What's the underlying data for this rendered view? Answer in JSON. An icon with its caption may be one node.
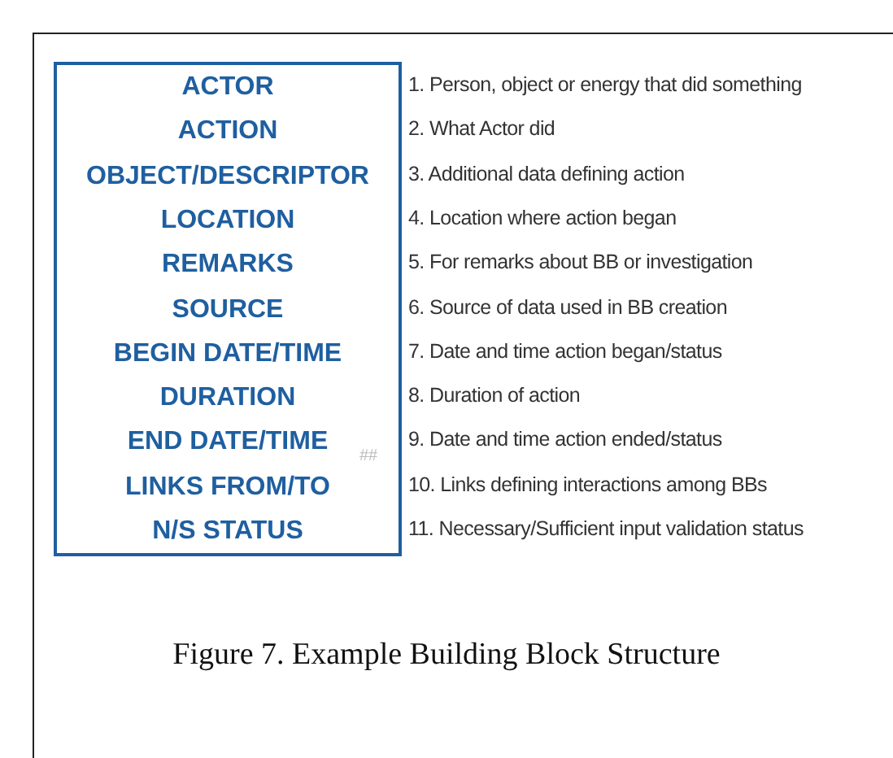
{
  "diagram": {
    "caption": "Figure 7. Example Building Block Structure",
    "nodes": [
      {
        "text": [
          "ACTOR",
          "ACTION",
          "OBJECT/DESCRIPTOR",
          "LOCATION",
          "REMARKS",
          "SOURCE",
          "BEGIN DATE/TIME",
          "DURATION",
          "END DATE/TIME",
          "LINKS FROM/TO",
          "N/S STATUS"
        ]
      }
    ],
    "labels": [
      "1. Person, object or energy that did something",
      "2. What Actor did",
      "3. Additional data defining action",
      "4. Location where action began",
      "5. For remarks about BB or investigation",
      "6. Source of data used in BB creation",
      "7. Date and time action began/status",
      "8. Duration of action",
      "9. Date and time action ended/status",
      "10. Links defining interactions among  BBs",
      "11. Necessary/Sufficient input validation status",
      "##"
    ]
  }
}
